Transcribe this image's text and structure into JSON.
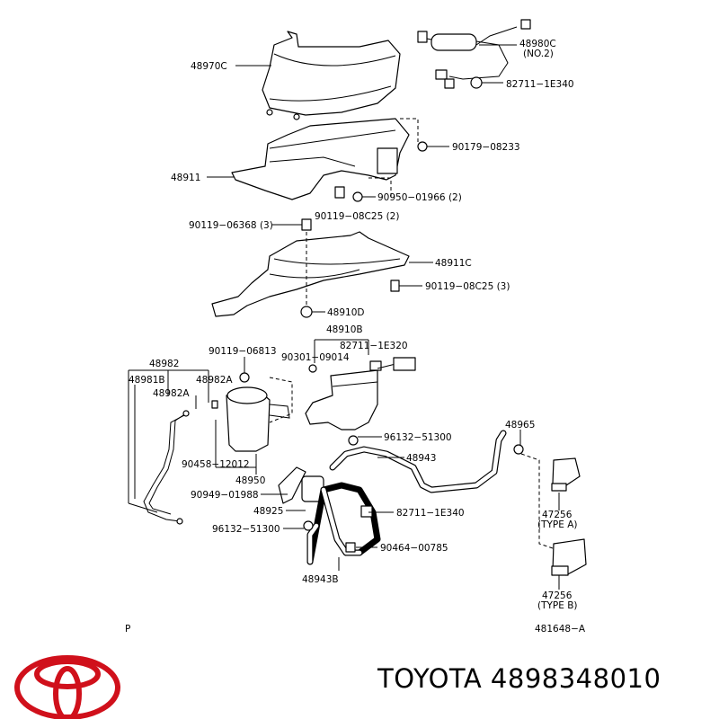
{
  "labels": {
    "p48970C": "48970C",
    "p48980C": "48980C",
    "p48980C_sub": "(NO.2)",
    "p82711_1E340_top": "82711−1E340",
    "p90179_08233": "90179−08233",
    "p48911": "48911",
    "p90950_01966": "90950−01966 (2)",
    "p90119_08C25_2": "90119−08C25 (2)",
    "p90119_06368": "90119−06368 (3)",
    "p48911C": "48911C",
    "p90119_08C25_3": "90119−08C25 (3)",
    "p48910D": "48910D",
    "p48910B": "48910B",
    "p90119_06813": "90119−06813",
    "p82711_1E320": "82711−1E320",
    "p90301_09014": "90301−09014",
    "p48982": "48982",
    "p48981B": "48981B",
    "p48982A_1": "48982A",
    "p48982A_2": "48982A",
    "p96132_51300_a": "96132−51300",
    "p48965": "48965",
    "p48943": "48943",
    "p90458_12012": "90458−12012",
    "p48950": "48950",
    "p90949_01988": "90949−01988",
    "p48925": "48925",
    "p82711_1E340_bot": "82711−1E340",
    "p96132_51300_b": "96132−51300",
    "p90464_00785": "90464−00785",
    "p48943B": "48943B",
    "p47256_a": "47256",
    "p47256_a_sub": "(TYPE A)",
    "p47256_b": "47256",
    "p47256_b_sub": "(TYPE B)",
    "pP": "P",
    "p481648A": "481648−A"
  },
  "footer": {
    "brand": "TOYOTA 4898348010",
    "logo_color": "#d0101b"
  }
}
